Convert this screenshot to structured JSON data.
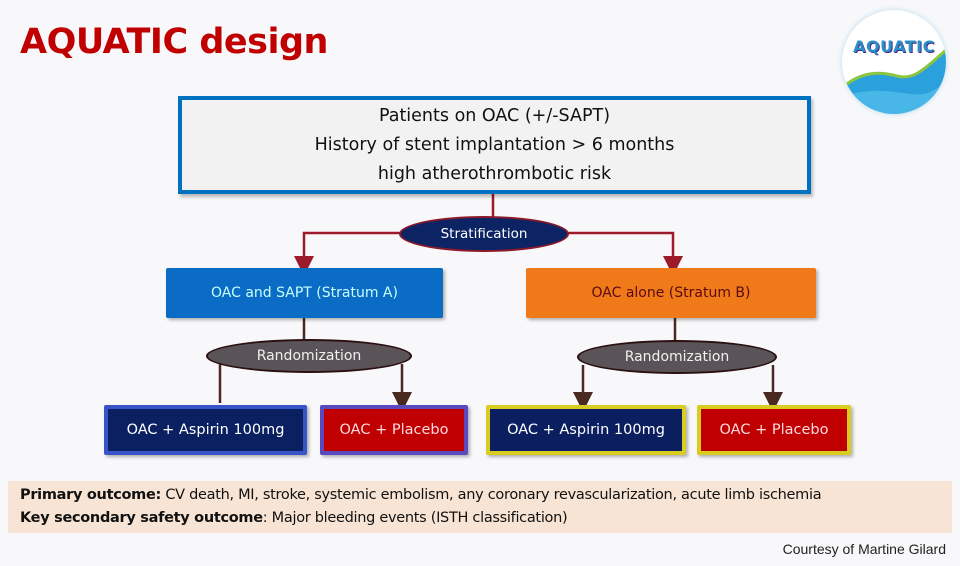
{
  "title": "AQUATIC design",
  "logo": {
    "text": "AQUATIC",
    "icon": "aquatic-wave-logo"
  },
  "population_box": {
    "lines": [
      "Patients on OAC (+/-SAPT)",
      "History of stent implantation > 6 months",
      "high atherothrombotic risk"
    ]
  },
  "stratification": {
    "label": "Stratification"
  },
  "strata": [
    {
      "label": "OAC and SAPT (Stratum A)",
      "randomization": "Randomization",
      "arms": [
        "OAC + Aspirin 100mg",
        "OAC + Placebo"
      ]
    },
    {
      "label": "OAC alone (Stratum B)",
      "randomization": "Randomization",
      "arms": [
        "OAC + Aspirin 100mg",
        "OAC + Placebo"
      ]
    }
  ],
  "outcomes": {
    "primary_label": "Primary outcome:",
    "primary_text": " CV death, MI, stroke, systemic embolism, any coronary revascularization, acute limb ischemia",
    "secondary_label": "Key secondary safety outcome",
    "secondary_text": ": Major bleeding events (ISTH classification)"
  },
  "courtesy": "Courtesy of Martine Gilard",
  "colors": {
    "title": "#c00000",
    "population_border": "#0070c0",
    "stratification_fill": "#0c2364",
    "stratum_a_fill": "#0a6cc4",
    "stratum_b_fill": "#f0791a",
    "aspirin_fill": "#0b2060",
    "placebo_fill": "#c00000",
    "connector_red": "#9c1a2a",
    "connector_brown": "#4a2a20",
    "outcomes_bg": "#f8e4d4"
  }
}
